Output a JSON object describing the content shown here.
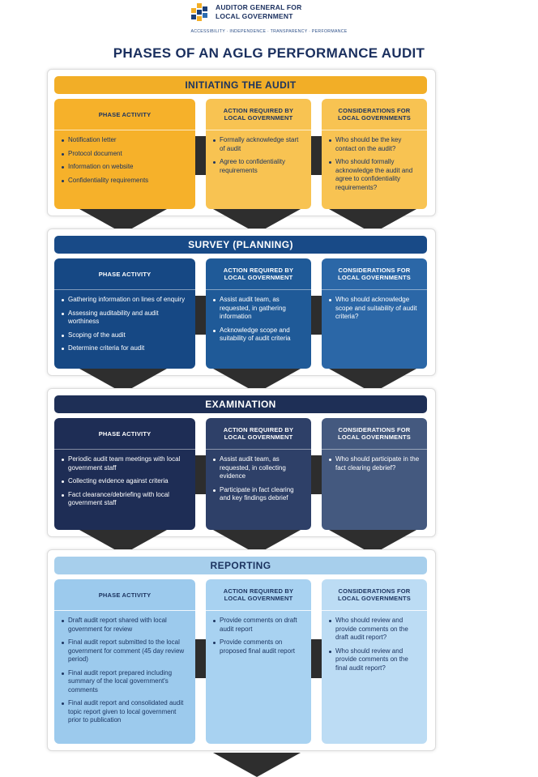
{
  "header": {
    "org_name": "AUDITOR GENERAL FOR LOCAL GOVERNMENT",
    "tagline": "ACCESSIBILITY · INDEPENDENCE · TRANSPARENCY · PERFORMANCE",
    "title": "PHASES OF AN AGLG PERFORMANCE AUDIT"
  },
  "colors": {
    "initiating": "#f2ae27",
    "survey": "#184a87",
    "examination": "#1e2f56",
    "reporting": "#a7cfec",
    "arrow": "#2e2e2e"
  },
  "phases": [
    {
      "title": "INITIATING THE AUDIT",
      "columns": [
        {
          "heading": "PHASE ACTIVITY",
          "items": [
            "Notification letter",
            "Protocol document",
            "Information on website",
            "Confidentiality requirements"
          ]
        },
        {
          "heading": "ACTION REQUIRED BY LOCAL GOVERNMENT",
          "items": [
            "Formally acknowledge start of audit",
            "Agree to confidentiality requirements"
          ]
        },
        {
          "heading": "CONSIDERATIONS FOR LOCAL GOVERNMENTS",
          "items": [
            "Who should be the key contact on the audit?",
            "Who should formally acknowledge the audit and agree to confidentiality requirements?"
          ]
        }
      ]
    },
    {
      "title": "SURVEY (PLANNING)",
      "columns": [
        {
          "heading": "PHASE ACTIVITY",
          "items": [
            "Gathering information on lines of enquiry",
            "Assessing auditability and audit worthiness",
            "Scoping of the audit",
            "Determine criteria for audit"
          ]
        },
        {
          "heading": "ACTION REQUIRED BY LOCAL GOVERNMENT",
          "items": [
            "Assist audit team, as requested, in gathering information",
            "Acknowledge scope and suitability of audit criteria"
          ]
        },
        {
          "heading": "CONSIDERATIONS FOR LOCAL GOVERNMENTS",
          "items": [
            "Who should acknowledge scope and suitability of audit criteria?"
          ]
        }
      ]
    },
    {
      "title": "EXAMINATION",
      "columns": [
        {
          "heading": "PHASE ACTIVITY",
          "items": [
            "Periodic audit team meetings with local government staff",
            "Collecting evidence against criteria",
            "Fact clearance/debriefing with local government staff"
          ]
        },
        {
          "heading": "ACTION REQUIRED BY LOCAL GOVERNMENT",
          "items": [
            "Assist audit team, as requested, in collecting evidence",
            "Participate in fact clearing and key findings debrief"
          ]
        },
        {
          "heading": "CONSIDERATIONS FOR LOCAL GOVERNMENTS",
          "items": [
            "Who should participate in the fact clearing debrief?"
          ]
        }
      ]
    },
    {
      "title": "REPORTING",
      "columns": [
        {
          "heading": "PHASE ACTIVITY",
          "items": [
            "Draft audit report shared with local government for review",
            "Final audit report submitted to the local government for comment (45 day review period)",
            "Final audit report prepared including summary of the local government's comments",
            "Final audit report and consolidated audit topic report given to local government prior to publication"
          ]
        },
        {
          "heading": "ACTION REQUIRED BY LOCAL GOVERNMENT",
          "items": [
            "Provide comments on draft audit report",
            "Provide comments on proposed final audit report"
          ]
        },
        {
          "heading": "CONSIDERATIONS FOR LOCAL GOVERNMENTS",
          "items": [
            "Who should review and provide comments on the draft audit report?",
            "Who should review and provide comments on the final audit report?"
          ]
        }
      ]
    }
  ]
}
